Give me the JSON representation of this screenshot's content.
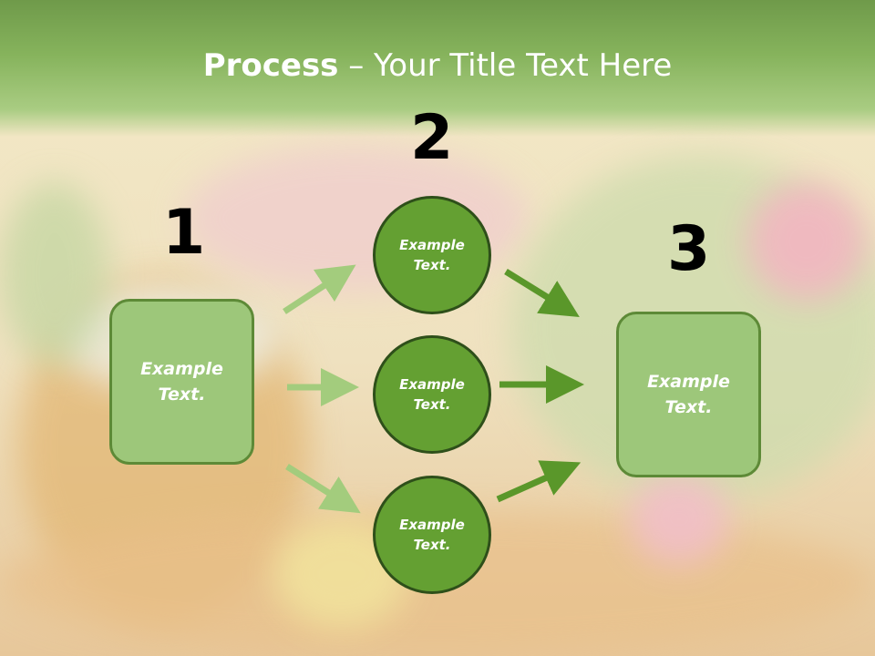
{
  "title": {
    "bold": "Process",
    "rest": " – Your Title Text Here"
  },
  "steps": [
    {
      "number": "1",
      "text": "Example Text."
    },
    {
      "number": "2"
    },
    {
      "number": "3",
      "text": "Example Text."
    }
  ],
  "circles": [
    {
      "text": "Example Text."
    },
    {
      "text": "Example Text."
    },
    {
      "text": "Example Text."
    }
  ],
  "colors": {
    "title_band": "#86b35c",
    "box_fill": "#9dc77a",
    "box_border": "#5d8a37",
    "circle_fill": "#64a032",
    "circle_border": "#2e4f1a",
    "arrow_light": "#a3cc7d",
    "arrow_dark": "#5a972a"
  }
}
